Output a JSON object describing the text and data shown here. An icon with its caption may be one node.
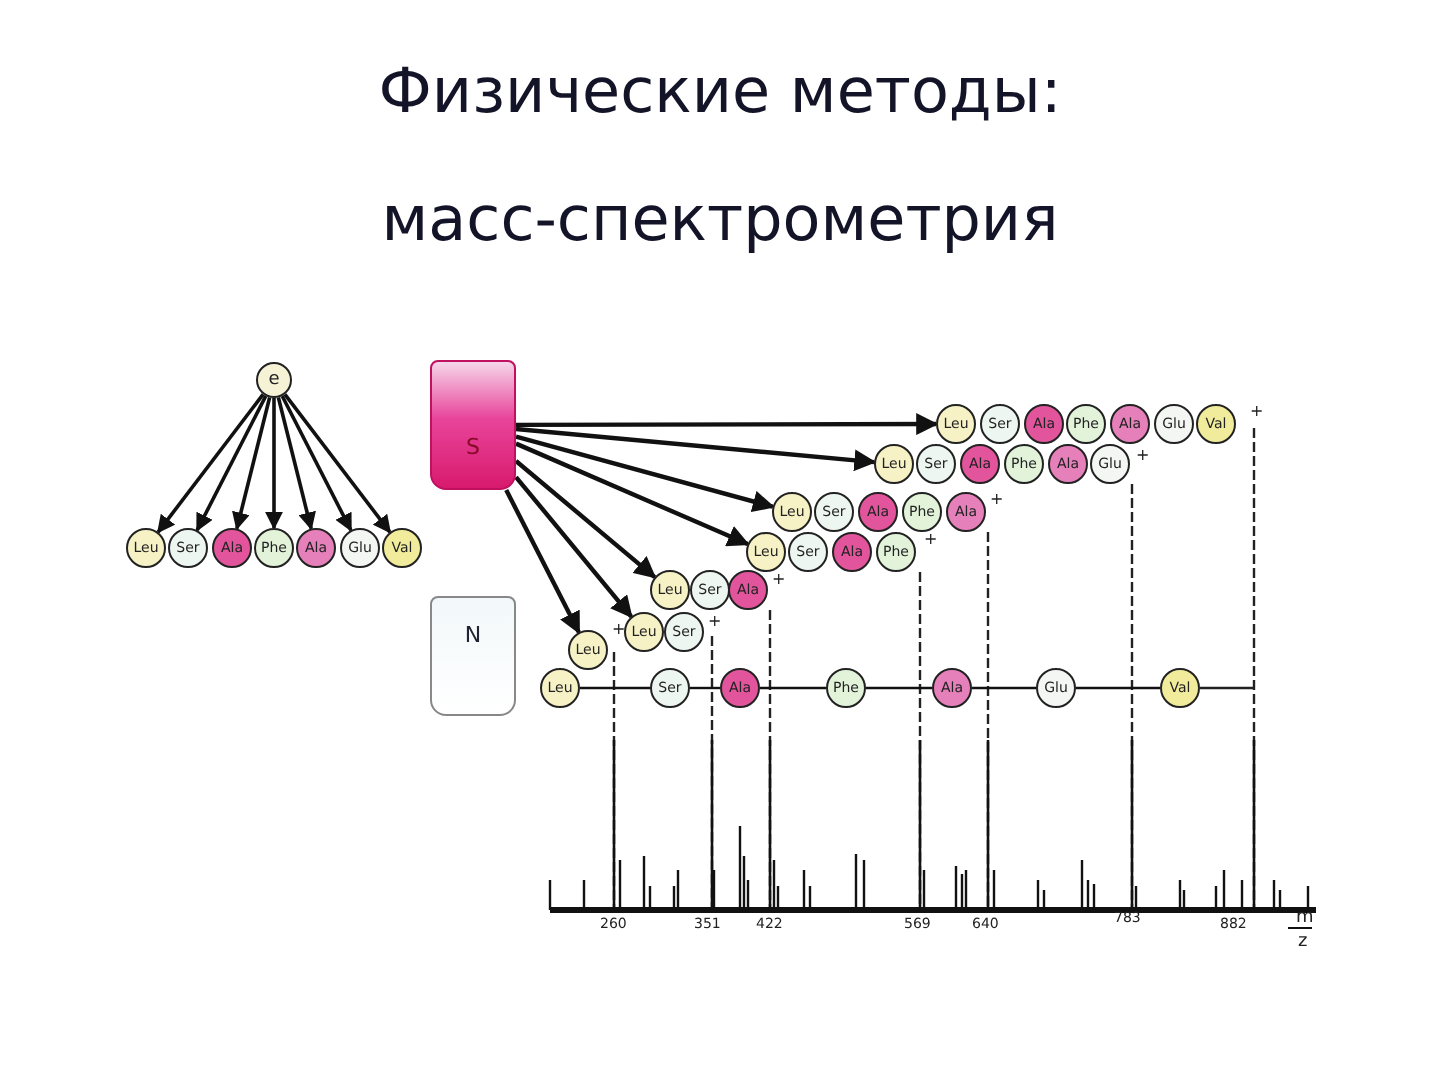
{
  "diagram": {
    "title": "Физические методы: масс-спектрометрия",
    "nodes": [
      {
        "text": [
          "e"
        ]
      },
      {
        "text": [
          "Leu"
        ]
      },
      {
        "text": [
          "Ser"
        ]
      },
      {
        "text": [
          "Ala"
        ]
      },
      {
        "text": [
          "Phe"
        ]
      },
      {
        "text": [
          "Ala"
        ]
      },
      {
        "text": [
          "Glu"
        ]
      },
      {
        "text": [
          "Val"
        ]
      },
      {
        "text": [
          "S"
        ]
      },
      {
        "text": [
          "N"
        ]
      },
      {
        "text": [
          "Leu"
        ]
      },
      {
        "text": [
          "Ser"
        ]
      },
      {
        "text": [
          "Ala"
        ]
      },
      {
        "text": [
          "Phe"
        ]
      },
      {
        "text": [
          "Ala"
        ]
      },
      {
        "text": [
          "Glu"
        ]
      },
      {
        "text": [
          "Val"
        ]
      },
      {
        "text": [
          "Leu"
        ]
      },
      {
        "text": [
          "Ser"
        ]
      },
      {
        "text": [
          "Ala"
        ]
      },
      {
        "text": [
          "Phe"
        ]
      },
      {
        "text": [
          "Ala"
        ]
      },
      {
        "text": [
          "Glu"
        ]
      },
      {
        "text": [
          "Leu"
        ]
      },
      {
        "text": [
          "Ser"
        ]
      },
      {
        "text": [
          "Ala"
        ]
      },
      {
        "text": [
          "Phe"
        ]
      },
      {
        "text": [
          "Ala"
        ]
      },
      {
        "text": [
          "Leu"
        ]
      },
      {
        "text": [
          "Ser"
        ]
      },
      {
        "text": [
          "Ala"
        ]
      },
      {
        "text": [
          "Phe"
        ]
      },
      {
        "text": [
          "Leu"
        ]
      },
      {
        "text": [
          "Ser"
        ]
      },
      {
        "text": [
          "Ala"
        ]
      },
      {
        "text": [
          "Leu"
        ]
      },
      {
        "text": [
          "Ser"
        ]
      },
      {
        "text": [
          "Leu"
        ]
      },
      {
        "text": [
          "Leu"
        ]
      },
      {
        "text": [
          "Ser"
        ]
      },
      {
        "text": [
          "Ala"
        ]
      },
      {
        "text": [
          "Phe"
        ]
      },
      {
        "text": [
          "Ala"
        ]
      },
      {
        "text": [
          "Glu"
        ]
      },
      {
        "text": [
          "Val"
        ]
      }
    ],
    "edges": [
      {
        "from": 0,
        "to": 1,
        "arrow": "to"
      },
      {
        "from": 0,
        "to": 2,
        "arrow": "to"
      },
      {
        "from": 0,
        "to": 3,
        "arrow": "to"
      },
      {
        "from": 0,
        "to": 4,
        "arrow": "to"
      },
      {
        "from": 0,
        "to": 5,
        "arrow": "to"
      },
      {
        "from": 0,
        "to": 6,
        "arrow": "to"
      },
      {
        "from": 0,
        "to": 7,
        "arrow": "to"
      },
      {
        "from": 8,
        "to": 10,
        "arrow": "to"
      },
      {
        "from": 8,
        "to": 17,
        "arrow": "to"
      },
      {
        "from": 8,
        "to": 23,
        "arrow": "to"
      },
      {
        "from": 8,
        "to": 28,
        "arrow": "to"
      },
      {
        "from": 8,
        "to": 32,
        "arrow": "to"
      },
      {
        "from": 8,
        "to": 35,
        "arrow": "to"
      },
      {
        "from": 8,
        "to": 37,
        "arrow": "to"
      },
      {
        "from": 38,
        "to": 39,
        "arrow": "none"
      },
      {
        "from": 39,
        "to": 40,
        "arrow": "none"
      },
      {
        "from": 40,
        "to": 41,
        "arrow": "none"
      },
      {
        "from": 41,
        "to": 42,
        "arrow": "none"
      },
      {
        "from": 42,
        "to": 43,
        "arrow": "none"
      },
      {
        "from": 43,
        "to": 44,
        "arrow": "none"
      }
    ],
    "labels": [
      "+",
      "+",
      "+",
      "+",
      "+",
      "+",
      "+",
      "260",
      "351",
      "422",
      "569",
      "640",
      "783",
      "882",
      "m",
      "z"
    ]
  }
}
